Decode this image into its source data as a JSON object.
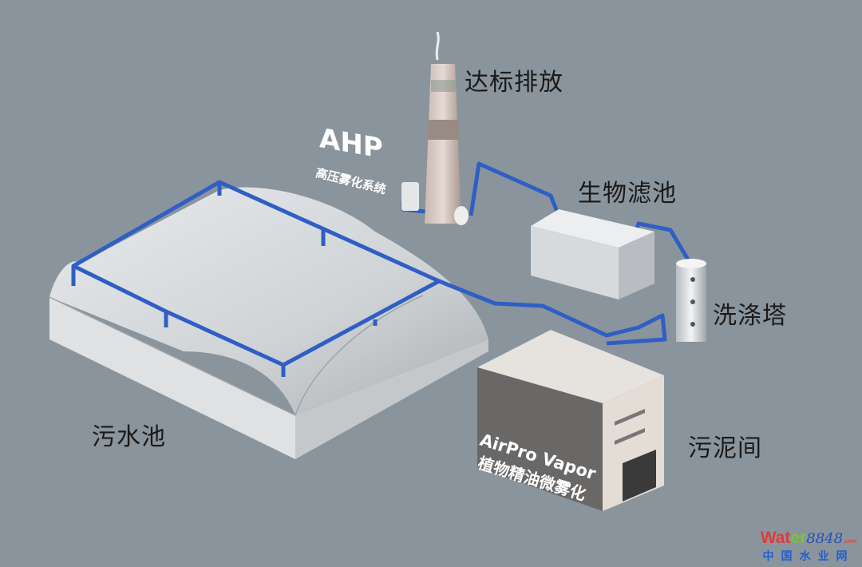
{
  "labels": {
    "discharge": "达标排放",
    "biofilter": "生物滤池",
    "scrubber": "洗涤塔",
    "sludge_room": "污泥间",
    "sewage_tank": "污水池"
  },
  "ahp": {
    "title": "AHP",
    "subtitle": "高压雾化系统"
  },
  "airpro": {
    "title": "AirPro Vapor",
    "subtitle": "植物精油微雾化"
  },
  "watermark": {
    "brand_a": "Wat",
    "brand_b": "er",
    "digits": "8848",
    "domain": ".com",
    "cn": "中国水业网"
  },
  "colors": {
    "background": "#8a949c",
    "pipe": "#2f5fc4",
    "label": "#1a1a1a"
  }
}
